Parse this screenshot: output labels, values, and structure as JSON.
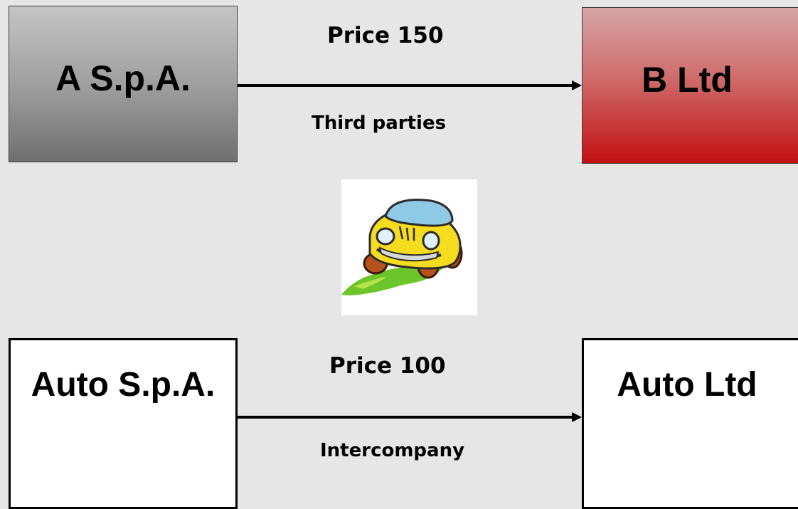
{
  "top_row": {
    "seller": "A S.p.A.",
    "buyer": "B Ltd",
    "price_label": "Price 150",
    "relation_label": "Third parties"
  },
  "bottom_row": {
    "seller": "Auto S.p.A.",
    "buyer": "Auto Ltd",
    "price_label": "Price 100",
    "relation_label": "Intercompany"
  },
  "colors": {
    "background": "#e6e6e6",
    "seller_box_gray": "#9b9b9b",
    "buyer_box_red": "#c21010",
    "car_body_yellow": "#f5dc1e",
    "car_roof_blue": "#8ec9e6",
    "grass_green": "#6cc52a"
  },
  "icons": {
    "center": "car-clipart-icon"
  }
}
